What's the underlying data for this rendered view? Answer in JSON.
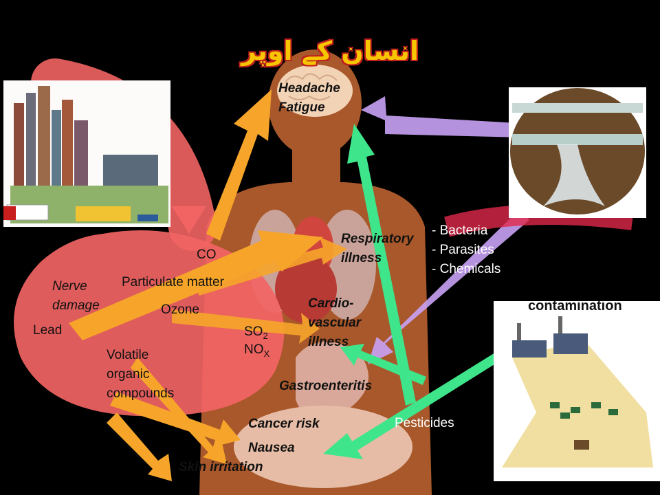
{
  "title": "انسان کے اوپر",
  "pollutants": {
    "co": "CO",
    "particulate": "Particulate matter",
    "ozone": "Ozone",
    "lead": "Lead",
    "nerve_damage_1": "Nerve",
    "nerve_damage_2": "damage",
    "voc_1": "Volatile",
    "voc_2": "organic",
    "voc_3": "compounds",
    "so": "SO",
    "so_sub": "2",
    "no": "NO",
    "no_sub": "X"
  },
  "effects": {
    "headache": "Headache",
    "fatigue": "Fatigue",
    "respiratory_1": "Respiratory",
    "respiratory_2": "illness",
    "cardio_1": "Cardio-",
    "cardio_2": "vascular",
    "cardio_3": "illness",
    "gastro": "Gastroenteritis",
    "cancer": "Cancer risk",
    "nausea": "Nausea",
    "skin": "Skin irritation"
  },
  "water": {
    "bacteria": "- Bacteria",
    "parasites": "- Parasites",
    "chemicals": "- Chemicals"
  },
  "soil": {
    "contamination": "contamination",
    "pesticides": "Pesticides"
  },
  "colors": {
    "air_blob": "#f26464",
    "orange_arrow": "#f6a52a",
    "green_arrow": "#3ee58b",
    "purple_arrow": "#c8a2f5",
    "body": "#a8582a",
    "title": "#f7c600"
  }
}
